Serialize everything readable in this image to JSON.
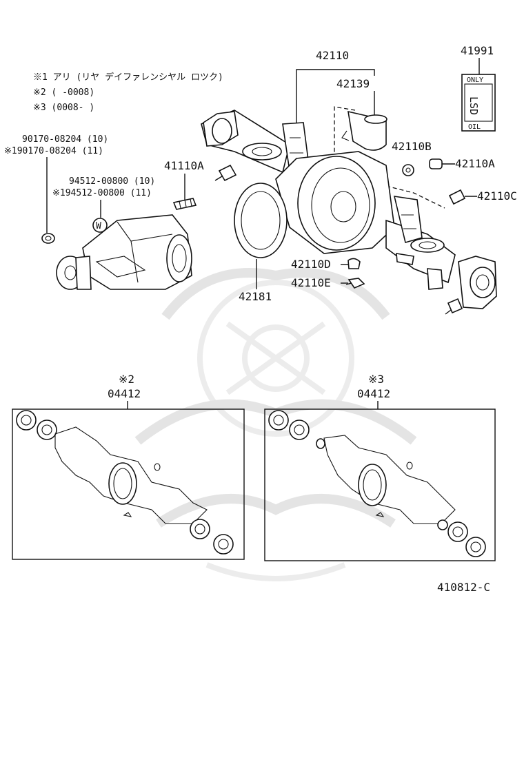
{
  "notes": {
    "n1": "※1 アリ (リヤ デイファレンシヤル ロツク)",
    "n2": "※2 (      -0008)",
    "n3": "※3 (0008-      )"
  },
  "labels": {
    "p42110": "42110",
    "p41991": "41991",
    "p42139": "42139",
    "p42110B": "42110B",
    "p42110A": "42110A",
    "p42110C": "42110C",
    "p41110A": "41110A",
    "p42181": "42181",
    "p42110D": "42110D",
    "p42110E": "42110E",
    "bolt_a": "90170-08204 (10)",
    "bolt_b": "※190170-08204 (11)",
    "washer_a": "94512-00800 (10)",
    "washer_b": "※194512-00800 (11)",
    "washer_symbol": "W",
    "kit_left_note": "※2",
    "kit_left_part": "04412",
    "kit_right_note": "※3",
    "kit_right_part": "04412",
    "diagram_code": "410812-C"
  },
  "decal": {
    "top": "ONLY",
    "middle": "LSD",
    "bottom": "OIL"
  }
}
